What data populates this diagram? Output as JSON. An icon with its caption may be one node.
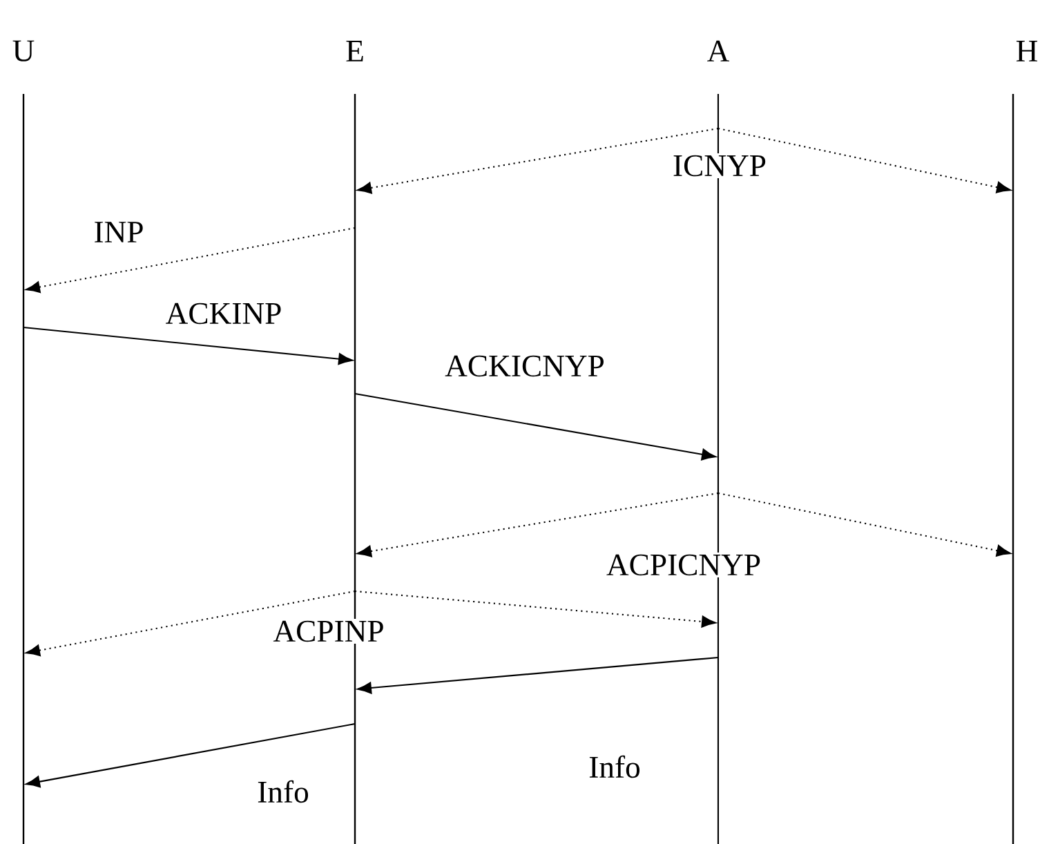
{
  "diagram": {
    "nodes": [
      {
        "text": [
          "U"
        ]
      },
      {
        "text": [
          "E"
        ]
      },
      {
        "text": [
          "A"
        ]
      },
      {
        "text": [
          "H"
        ]
      }
    ],
    "edges": [
      {
        "from": 2,
        "to": 1,
        "arrow": "to",
        "style": "dashed",
        "label": "ICNYP"
      },
      {
        "from": 2,
        "to": 3,
        "arrow": "to",
        "style": "dashed"
      },
      {
        "from": 1,
        "to": 0,
        "arrow": "to",
        "style": "dashed",
        "label": "INP"
      },
      {
        "from": 0,
        "to": 1,
        "arrow": "to",
        "label": "ACKINP"
      },
      {
        "from": 1,
        "to": 2,
        "arrow": "to",
        "label": "ACKICNYP"
      },
      {
        "from": 2,
        "to": 1,
        "arrow": "to",
        "style": "dashed",
        "label": "ACPICNYP"
      },
      {
        "from": 2,
        "to": 3,
        "arrow": "to",
        "style": "dashed"
      },
      {
        "from": 1,
        "to": 0,
        "arrow": "to",
        "style": "dashed",
        "label": "ACPINP"
      },
      {
        "from": 1,
        "to": 2,
        "arrow": "to",
        "style": "dashed"
      },
      {
        "from": 2,
        "to": 1,
        "arrow": "to",
        "label": "Info"
      },
      {
        "from": 1,
        "to": 0,
        "arrow": "to",
        "label": "Info"
      }
    ]
  }
}
